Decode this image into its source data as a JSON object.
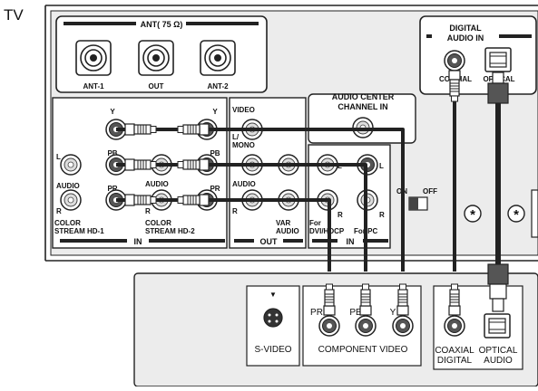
{
  "tv_label": "TV",
  "tv_panel": {
    "antenna": {
      "title": "ANT( 75 Ω)",
      "ports": [
        "ANT-1",
        "OUT",
        "ANT-2"
      ]
    },
    "digital_audio_in": {
      "title_line1": "DIGITAL",
      "title_line2": "AUDIO IN",
      "coaxial": "COAXIAL",
      "optical": "OPTICAL"
    },
    "audio_center": {
      "line1": "AUDIO CENTER",
      "line2": "CHANNEL IN"
    },
    "component_in": {
      "y": "Y",
      "pb": "PB",
      "pr": "PR",
      "audio": "AUDIO",
      "l": "L",
      "r": "R",
      "hd1_line1": "COLOR",
      "hd1_line2": "STREAM HD-1",
      "hd2_line1": "COLOR",
      "hd2_line2": "STREAM HD-2",
      "in_label": "IN"
    },
    "video_out": {
      "video": "VIDEO",
      "l_mono": "L/\nMONO",
      "l_label": "L/",
      "mono_label": "MONO",
      "audio": "AUDIO",
      "r": "R",
      "var_audio_line1": "VAR",
      "var_audio_line2": "AUDIO",
      "out_label": "OUT"
    },
    "dvi_pc_in": {
      "l": "L",
      "r": "R",
      "for_dvi_line1": "For",
      "for_dvi_line2": "DVI/HDCP",
      "for_pc": "For PC",
      "in_label": "IN"
    },
    "switch": {
      "on": "ON",
      "off": "OFF"
    },
    "asterisk": "*"
  },
  "device_panel": {
    "svideo": "S-VIDEO",
    "component_video": "COMPONENT VIDEO",
    "pr": "PR",
    "pb": "PB",
    "y": "Y",
    "coaxial_digital_line1": "COAXIAL",
    "coaxial_digital_line2": "DIGITAL",
    "optical_audio_line1": "OPTICAL",
    "optical_audio_line2": "AUDIO"
  }
}
